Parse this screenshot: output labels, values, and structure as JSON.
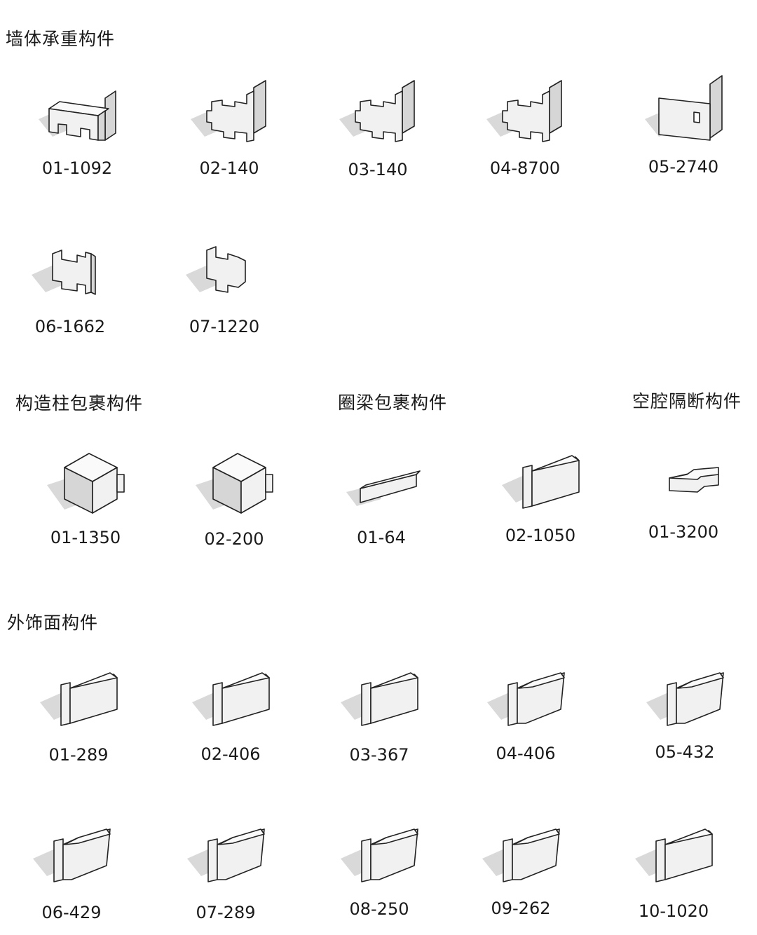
{
  "sections": [
    {
      "title": "墙体承重构件",
      "items": [
        {
          "label": "01-1092",
          "shape": "corner-long"
        },
        {
          "label": "02-140",
          "shape": "corner-notched"
        },
        {
          "label": "03-140",
          "shape": "corner-notched"
        },
        {
          "label": "04-8700",
          "shape": "corner-notched"
        },
        {
          "label": "05-2740",
          "shape": "corner-plain"
        },
        {
          "label": "06-1662",
          "shape": "wall-notched"
        },
        {
          "label": "07-1220",
          "shape": "wall-stepped"
        }
      ]
    },
    {
      "title": "构造柱包裹构件",
      "items": [
        {
          "label": "01-1350",
          "shape": "u-channel"
        },
        {
          "label": "02-200",
          "shape": "u-channel"
        }
      ]
    },
    {
      "title": "圈梁包裹构件",
      "items": [
        {
          "label": "01-64",
          "shape": "beam-low"
        },
        {
          "label": "02-1050",
          "shape": "facade"
        }
      ]
    },
    {
      "title": "空腔隔断构件",
      "items": [
        {
          "label": "01-3200",
          "shape": "slab"
        }
      ]
    },
    {
      "title": "外饰面构件",
      "items": [
        {
          "label": "01-289",
          "shape": "facade"
        },
        {
          "label": "02-406",
          "shape": "facade"
        },
        {
          "label": "03-367",
          "shape": "facade"
        },
        {
          "label": "04-406",
          "shape": "facade-deep"
        },
        {
          "label": "05-432",
          "shape": "facade-deep"
        },
        {
          "label": "06-429",
          "shape": "facade-deep"
        },
        {
          "label": "07-289",
          "shape": "facade-deep"
        },
        {
          "label": "08-250",
          "shape": "facade-deep"
        },
        {
          "label": "09-262",
          "shape": "facade-deep"
        },
        {
          "label": "10-1020",
          "shape": "facade"
        }
      ]
    }
  ]
}
